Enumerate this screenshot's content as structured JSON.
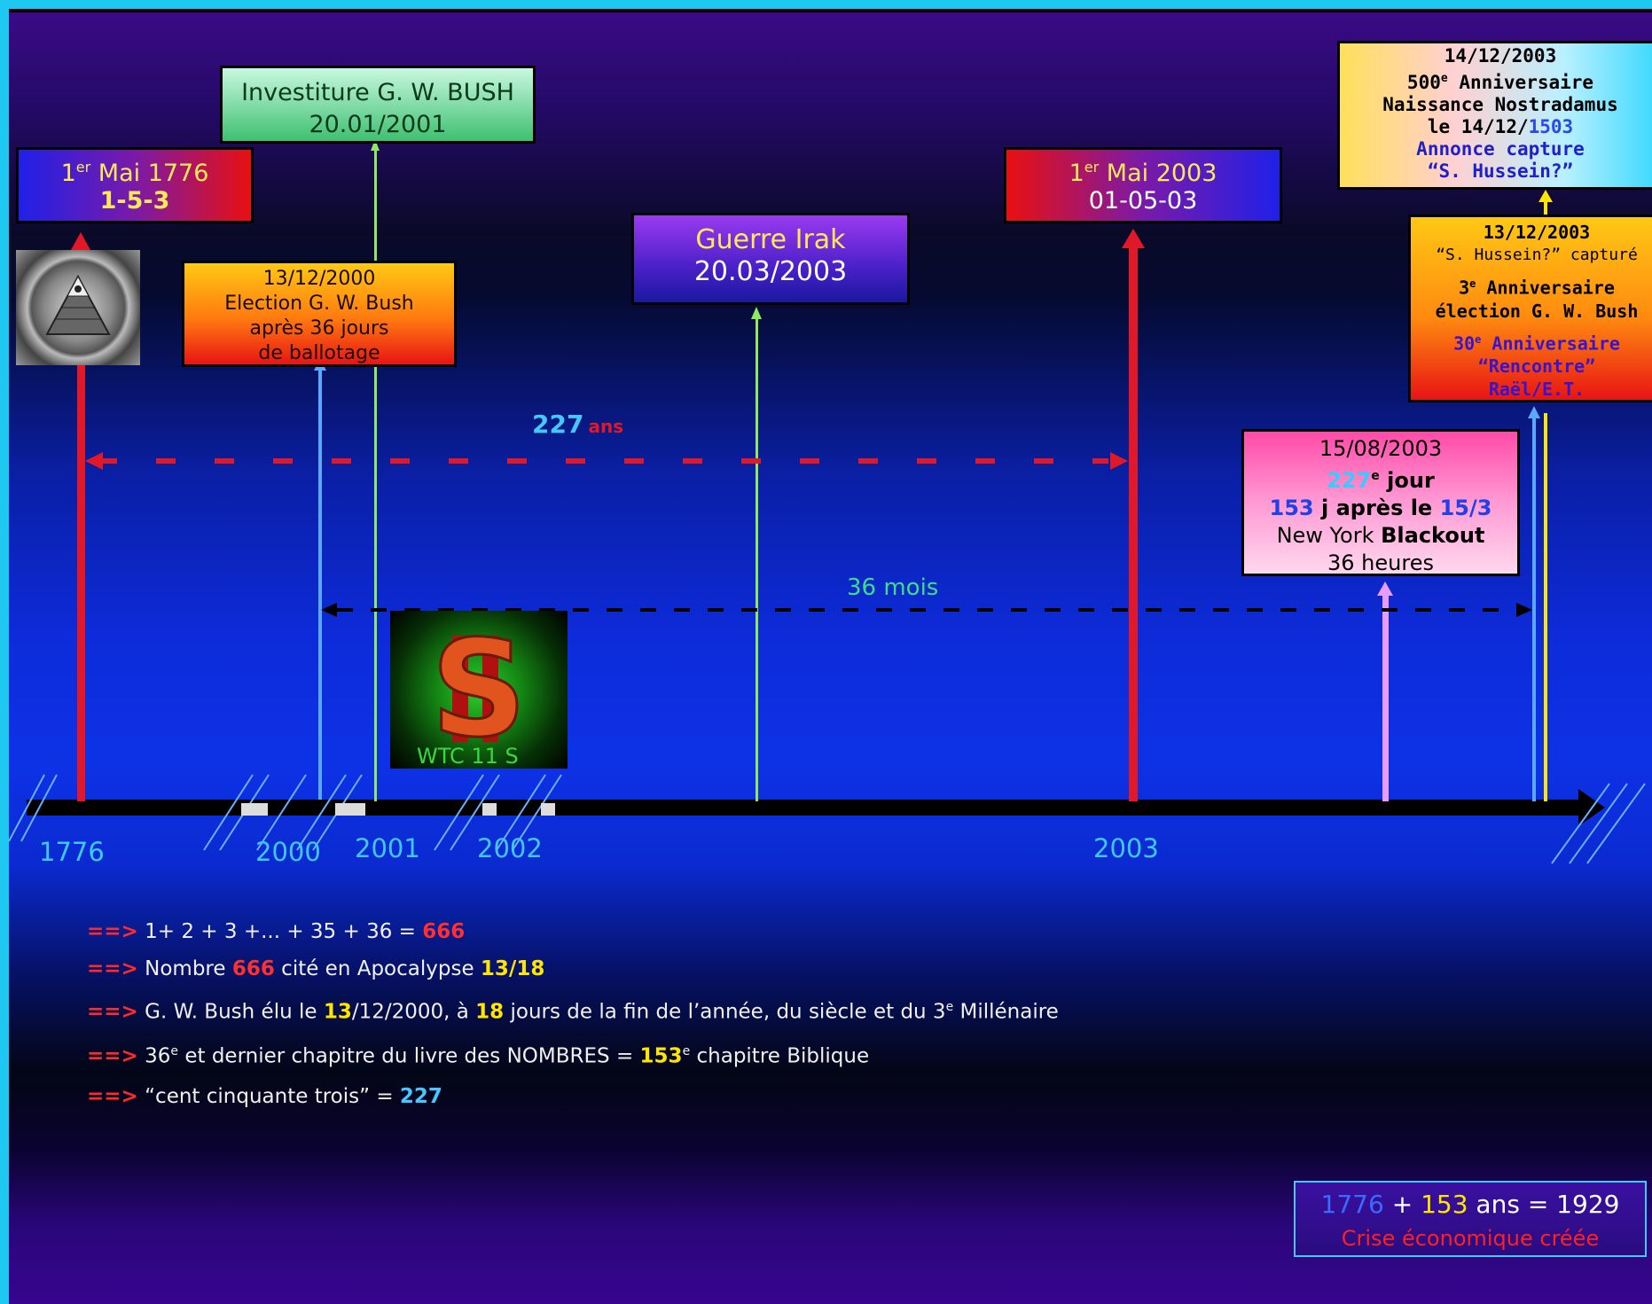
{
  "colors": {
    "frame": "#1ec8f0",
    "red": "#e01828",
    "green_line": "#8ee860",
    "blue_line": "#5aa8ff",
    "pink_line": "#e89cff",
    "yellow_line": "#ffe600"
  },
  "boxes": {
    "mai1776": {
      "sup": "er",
      "pre": "1",
      "rest": " Mai 1776",
      "line2": "1-5-3"
    },
    "investiture": {
      "line1": "Investiture G. W. BUSH",
      "line2": "20.01/2001"
    },
    "election2000": {
      "line1": "13/12/2000",
      "line2": "Election G. W. Bush",
      "line3": "après 36 jours",
      "line4": "de ballotage"
    },
    "guerre": {
      "line1": "Guerre Irak",
      "line2": "20.03/2003"
    },
    "mai2003": {
      "sup": "er",
      "pre": "1",
      "rest": " Mai 2003",
      "line2": "01-05-03"
    },
    "nostradamus": {
      "line1": "14/12/2003",
      "line2a": "500",
      "line2sup": "e",
      "line2b": " Anniversaire",
      "line3": "Naissance Nostradamus",
      "line4a": "le 14/12/",
      "line4b": "1503",
      "line5": "Annonce capture",
      "line6": "“S. Hussein?”"
    },
    "capture": {
      "line1": "13/12/2003",
      "line2": "“S. Hussein?” capturé",
      "line3a": "3",
      "line3sup": "e",
      "line3b": " Anniversaire",
      "line4": "élection G. W. Bush",
      "line5a": "30",
      "line5sup": "e",
      "line5b": " Anniversaire",
      "line6": "“Rencontre”",
      "line7": "Raël/E.T."
    },
    "blackout": {
      "line1": "15/08/2003",
      "line2a": "227",
      "line2sup": "e",
      "line2b": " jour",
      "line3a": "153",
      "line3b": " j après le ",
      "line3c": "15/3",
      "line4a": "New York ",
      "line4b": "Blackout",
      "line5": "36 heures"
    }
  },
  "spans": {
    "span227_num": "227",
    "span227_unit": "ans",
    "span36": "36 mois"
  },
  "wtc_label": "WTC 11 S",
  "years": [
    "1776",
    "2000",
    "2001",
    "2002",
    "2003"
  ],
  "notes": {
    "n1": {
      "a": "1+ 2 + 3 +... + 35 + 36 = ",
      "b": "666"
    },
    "n2": {
      "a": "Nombre ",
      "b": "666",
      "c": " cité en Apocalypse ",
      "d": "13/18"
    },
    "n3": {
      "a": "G. W. Bush élu le ",
      "b": "13",
      "c": "/12/2000, à ",
      "d": "18",
      "e": " jours de la fin de l’année, du siècle et du 3",
      "sup": "e",
      "f": " Millénaire"
    },
    "n4": {
      "a": "36",
      "sup1": "e",
      "b": " et dernier chapitre du livre des NOMBRES  = ",
      "c": "153",
      "sup2": "e",
      "d": "  chapitre Biblique"
    },
    "n5": {
      "a": "“cent cinquante trois” = ",
      "b": "227"
    }
  },
  "arrow_prefix": "==>",
  "summary": {
    "a": "1776",
    "b": " + ",
    "c": "153",
    "d": " ans = 1929",
    "line2": "Crise économique créée"
  }
}
